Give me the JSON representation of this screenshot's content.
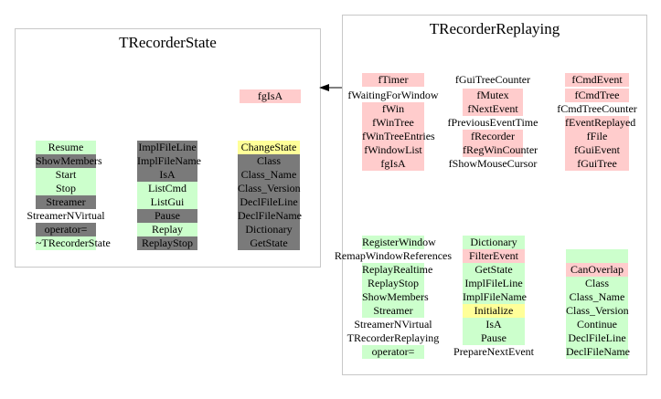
{
  "panels": {
    "state": {
      "title": "TRecorderState",
      "badge": "fgIsA",
      "col1": [
        "Resume",
        "ShowMembers",
        "Start",
        "Stop",
        "Streamer",
        "StreamerNVirtual",
        "operator=",
        "~TRecorderState"
      ],
      "col2": [
        "ImplFileLine",
        "ImplFileName",
        "IsA",
        "ListCmd",
        "ListGui",
        "Pause",
        "Replay",
        "ReplayStop"
      ],
      "col3": [
        "ChangeState",
        "Class",
        "Class_Name",
        "Class_Version",
        "DeclFileLine",
        "DeclFileName",
        "Dictionary",
        "GetState"
      ]
    },
    "replay": {
      "title": "TRecorderReplaying",
      "m1": [
        "fTimer",
        "fWaitingForWindow",
        "fWin",
        "fWinTree",
        "fWinTreeEntries",
        "fWindowList",
        "fgIsA"
      ],
      "m2": [
        "fGuiTreeCounter",
        "fMutex",
        "fNextEvent",
        "fPreviousEventTime",
        "fRecorder",
        "fRegWinCounter",
        "fShowMouseCursor"
      ],
      "m3": [
        "fCmdEvent",
        "fCmdTree",
        "fCmdTreeCounter",
        "fEventReplayed",
        "fFile",
        "fGuiEvent",
        "fGuiTree"
      ],
      "f1": [
        "RegisterWindow",
        "RemapWindowReferences",
        "ReplayRealtime",
        "ReplayStop",
        "ShowMembers",
        "Streamer",
        "StreamerNVirtual",
        "TRecorderReplaying",
        "operator="
      ],
      "f2": [
        "Dictionary",
        "FilterEvent",
        "GetState",
        "ImplFileLine",
        "ImplFileName",
        "Initialize",
        "IsA",
        "Pause",
        "PrepareNextEvent"
      ],
      "f3": [
        "",
        "CanOverlap",
        "Class",
        "Class_Name",
        "Class_Version",
        "Continue",
        "DeclFileLine",
        "DeclFileName"
      ]
    }
  },
  "colors": {
    "public": "#ccffcc",
    "protected": "#7a7a7a",
    "private": "#ffcccc",
    "highlight": "#ffff99",
    "border": "#c8c8c8"
  }
}
